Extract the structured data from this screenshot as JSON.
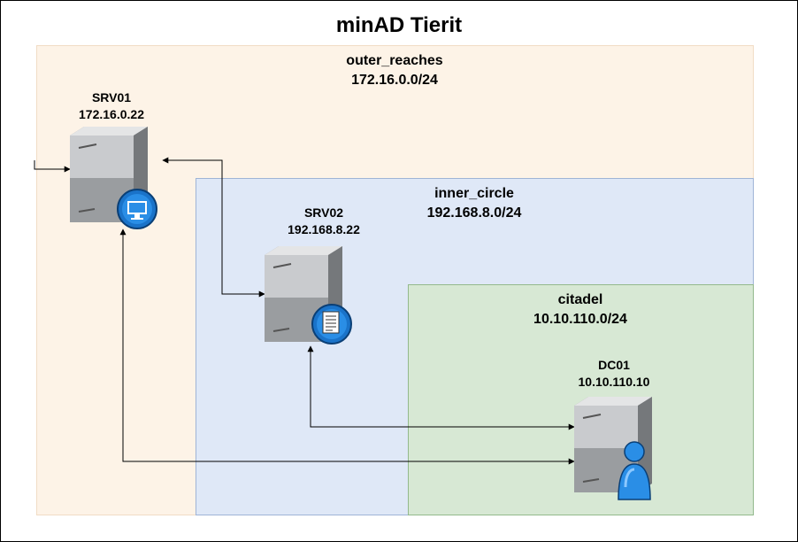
{
  "title": "minAD Tierit",
  "zones": {
    "outer": {
      "name": "outer_reaches",
      "subnet": "172.16.0.0/24"
    },
    "inner": {
      "name": "inner_circle",
      "subnet": "192.168.8.0/24"
    },
    "citadel": {
      "name": "citadel",
      "subnet": "10.10.110.0/24"
    }
  },
  "hosts": {
    "srv01": {
      "name": "SRV01",
      "ip": "172.16.0.22",
      "icon": "remote-desktop-server-icon"
    },
    "srv02": {
      "name": "SRV02",
      "ip": "192.168.8.22",
      "icon": "file-server-icon"
    },
    "dc01": {
      "name": "DC01",
      "ip": "10.10.110.10",
      "icon": "domain-controller-user-icon"
    }
  },
  "colors": {
    "outer_fill": "#fdf3e7",
    "inner_fill": "#dfe8f7",
    "citadel_fill": "#d7e8d4",
    "badge_blue": "#1a73c9"
  }
}
